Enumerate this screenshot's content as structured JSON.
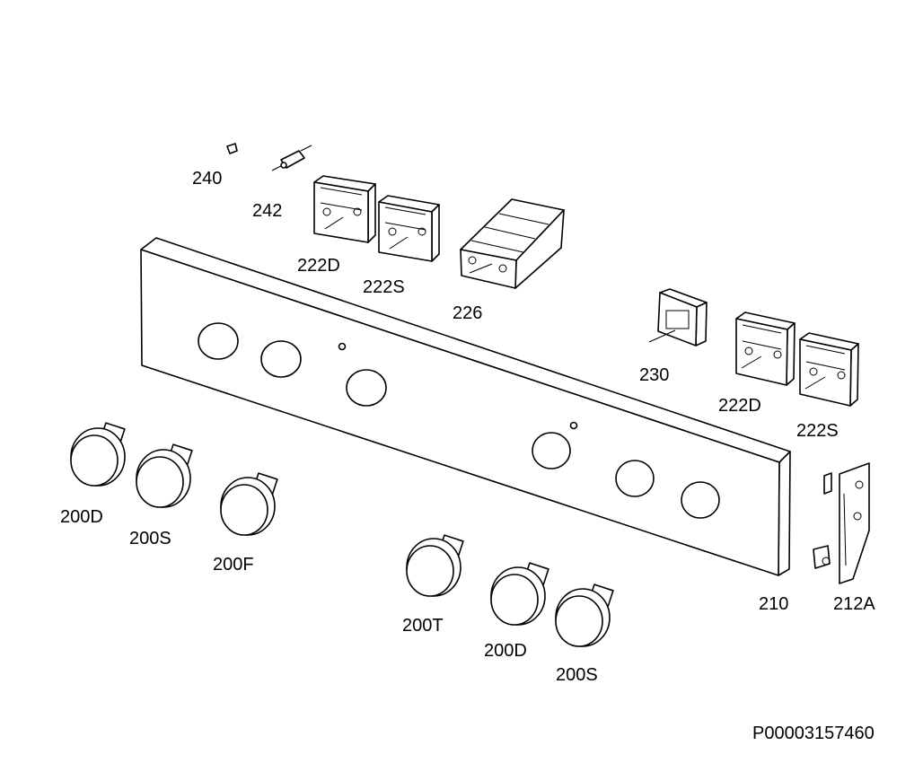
{
  "labels": {
    "p240": "240",
    "p242": "242",
    "p222d_top": "222D",
    "p222s_top": "222S",
    "p226": "226",
    "p230": "230",
    "p222d_right": "222D",
    "p222s_right": "222S",
    "p210": "210",
    "p212a": "212A",
    "p200d_left": "200D",
    "p200s_left": "200S",
    "p200f": "200F",
    "p200t": "200T",
    "p200d_mid": "200D",
    "p200s_mid": "200S",
    "drawing_id": "P00003157460"
  }
}
